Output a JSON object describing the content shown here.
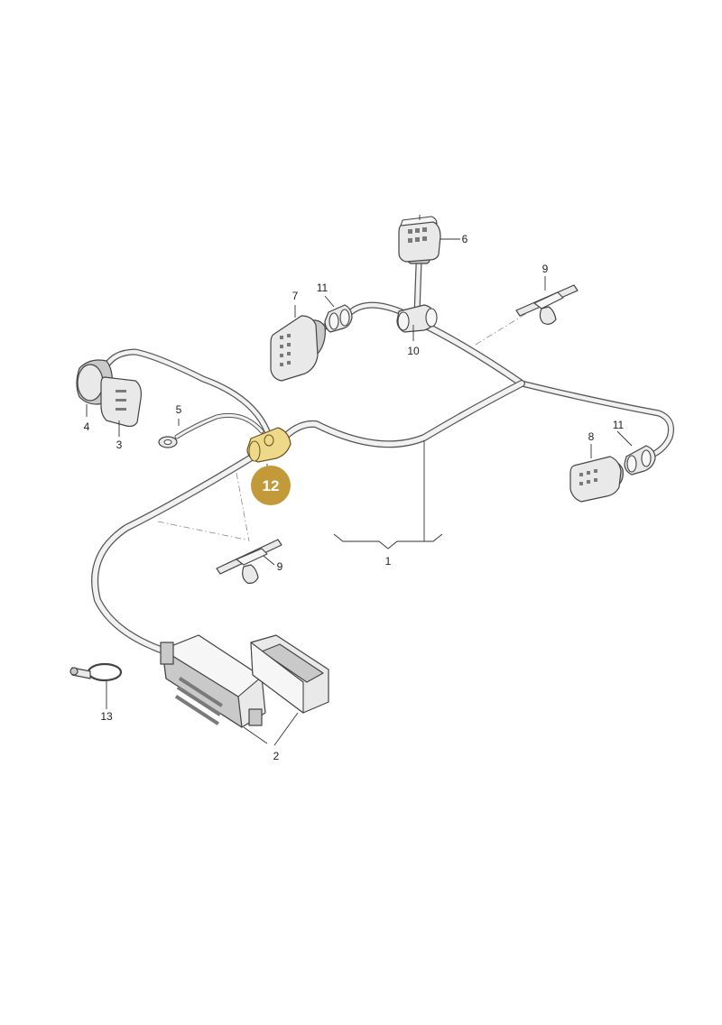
{
  "labels": {
    "harness": "1",
    "control_unit": "2",
    "connector_3": "3",
    "connector_4": "4",
    "ground_lead": "5",
    "connector_6": "6",
    "connector_7": "7",
    "connector_8": "8",
    "clip_upper": "9",
    "clip_lower": "9",
    "grommet_junction": "10",
    "grommet_left": "11",
    "grommet_right": "11",
    "highlighted_holder": "12",
    "cable_tie": "13"
  },
  "colors": {
    "highlight_badge": "#c39a3a",
    "highlight_part": "#eed98a",
    "wire_outline": "#555555",
    "wire_fill": "#f1f1f1"
  }
}
